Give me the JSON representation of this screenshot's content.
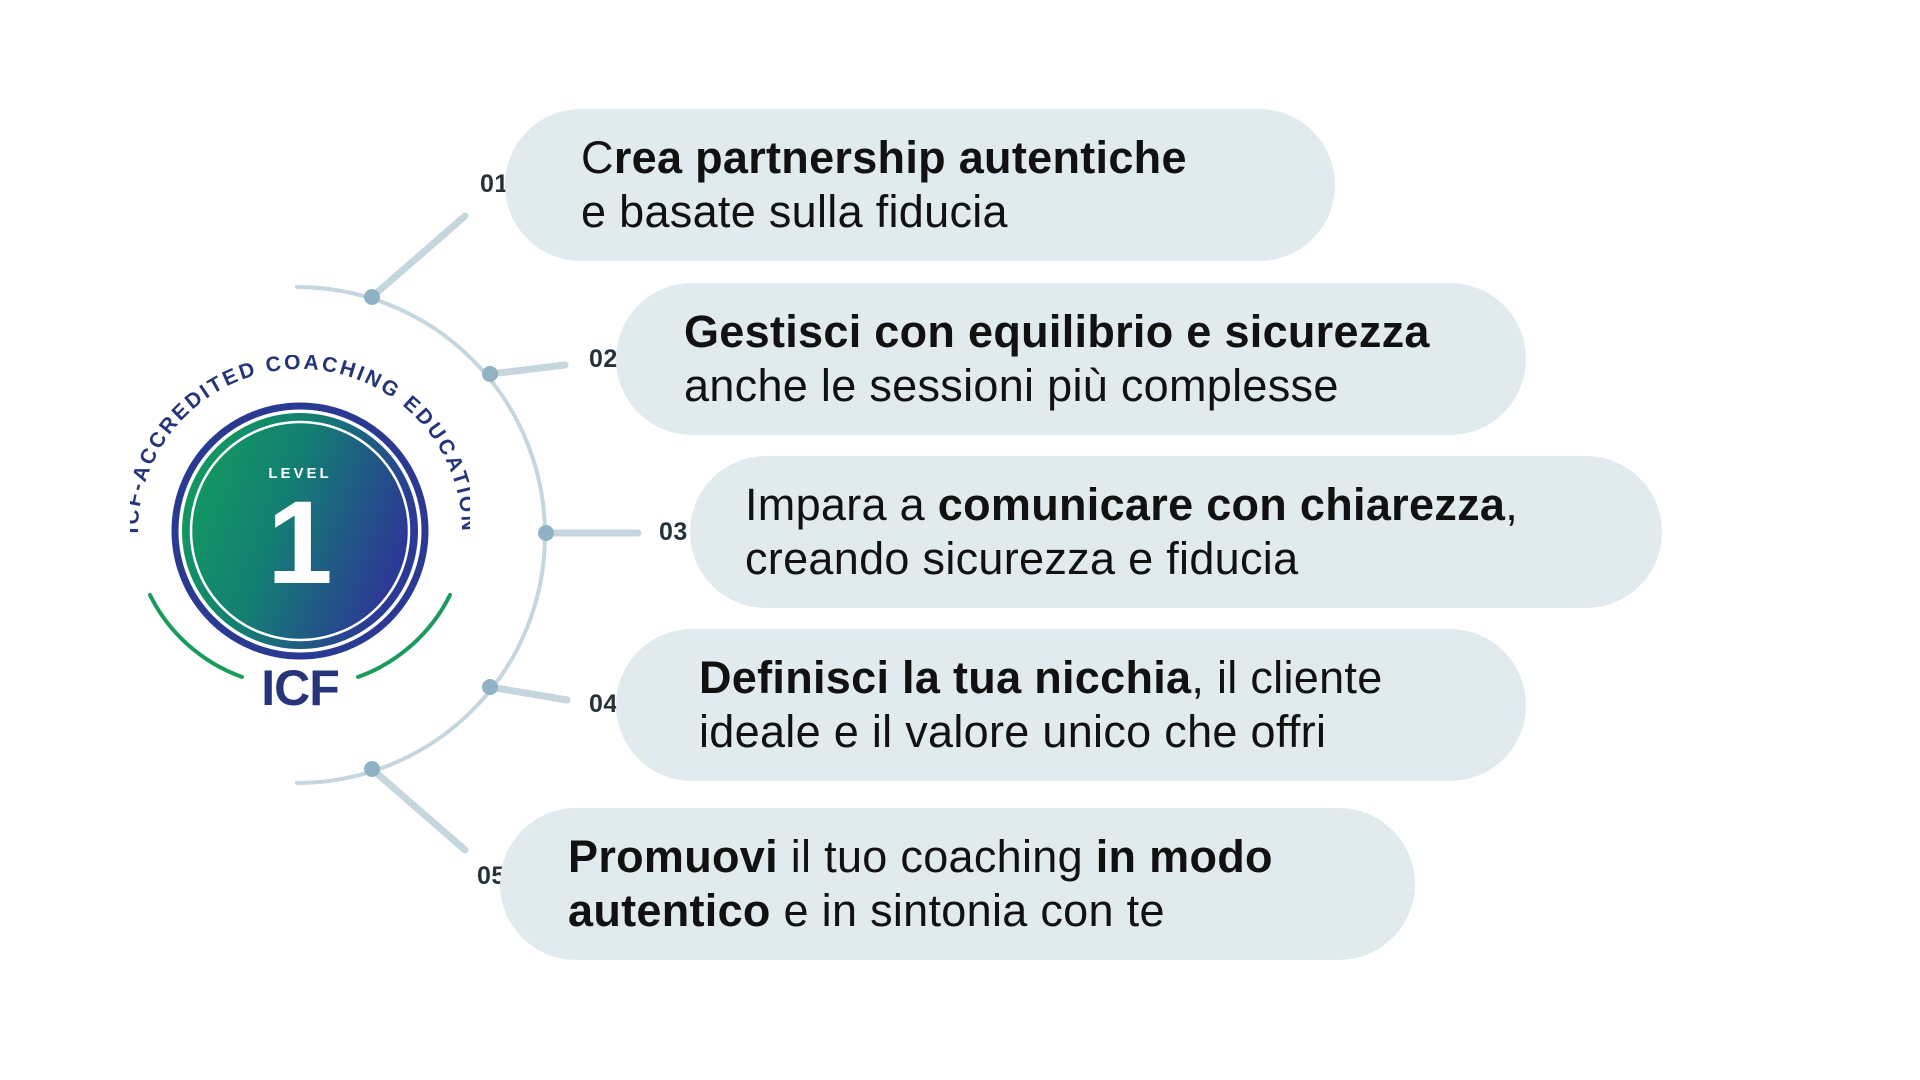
{
  "badge": {
    "ring_text": "ICF-ACCREDITED COACHING EDUCATION",
    "level_label": "LEVEL",
    "level_number": "1",
    "logo_text": "ICF",
    "colors": {
      "green": "#1a9b5c",
      "blue": "#2a3a92",
      "navy": "#263479"
    }
  },
  "connector_color": "#c5d6de",
  "node_color": "#8fb3c4",
  "pill_color": "#e1eaed",
  "items": [
    {
      "num": "01",
      "lines": [
        [
          {
            "t": "C",
            "b": false
          },
          {
            "t": "rea partnership autentiche",
            "b": true
          }
        ],
        [
          {
            "t": "e basate sulla fiducia",
            "b": false
          }
        ]
      ]
    },
    {
      "num": "02",
      "lines": [
        [
          {
            "t": "Gestisci con equilibrio e sicurezza",
            "b": true
          }
        ],
        [
          {
            "t": "anche le sessioni più complesse",
            "b": false
          }
        ]
      ]
    },
    {
      "num": "03",
      "lines": [
        [
          {
            "t": "Impara a ",
            "b": false
          },
          {
            "t": "comunicare con chiarezza",
            "b": true
          },
          {
            "t": ",",
            "b": false
          }
        ],
        [
          {
            "t": "creando sicurezza e fiducia",
            "b": false
          }
        ]
      ]
    },
    {
      "num": "04",
      "lines": [
        [
          {
            "t": "Definisci la tua nicchia",
            "b": true
          },
          {
            "t": ", il cliente",
            "b": false
          }
        ],
        [
          {
            "t": "ideale e il valore unico che offri",
            "b": false
          }
        ]
      ]
    },
    {
      "num": "05",
      "lines": [
        [
          {
            "t": "Promuovi",
            "b": true
          },
          {
            "t": " il tuo coaching ",
            "b": false
          },
          {
            "t": "in modo",
            "b": true
          }
        ],
        [
          {
            "t": "autentico",
            "b": true
          },
          {
            "t": " e in sintonia con te",
            "b": false
          }
        ]
      ]
    }
  ]
}
